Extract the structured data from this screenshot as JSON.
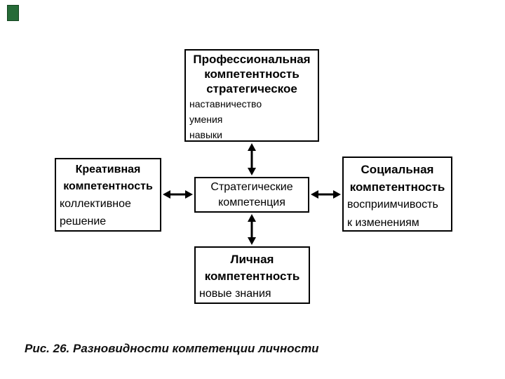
{
  "slide": {
    "colors": {
      "background": "#ffffff",
      "box_border": "#000000",
      "text": "#000000",
      "accent_green": "#266b38"
    }
  },
  "diagram": {
    "boxes": {
      "professional": {
        "title_lines": [
          "Профессиональная",
          "компетентность",
          "стратегическое"
        ],
        "body_lines": [
          "наставничество",
          "умения",
          "навыки"
        ]
      },
      "creative": {
        "title_lines": [
          "Креативная",
          "компетентность"
        ],
        "body_lines": [
          "коллективное",
          "решение"
        ]
      },
      "strategic": {
        "lines": [
          "Стратегические",
          "компетенция"
        ]
      },
      "social": {
        "title_lines": [
          "Социальная",
          "компетентность"
        ],
        "body_lines": [
          "восприимчивость",
          "к изменениям"
        ]
      },
      "personal": {
        "title_lines": [
          "Личная",
          "компетентность"
        ],
        "body_lines": [
          "новые знания"
        ]
      }
    }
  },
  "caption": {
    "text": "Рис. 26. Разновидности компетенции личности"
  }
}
